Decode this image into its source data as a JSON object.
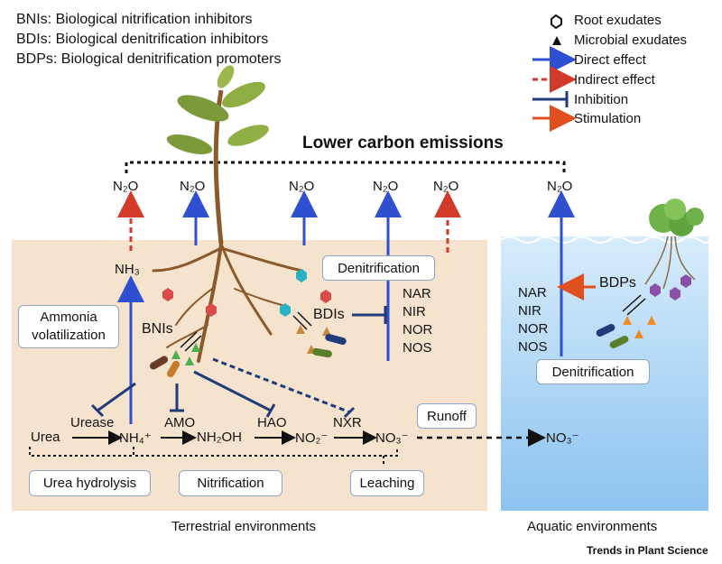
{
  "abbreviations": [
    "BNIs: Biological nitrification inhibitors",
    "BDIs: Biological denitrification inhibitors",
    "BDPs: Biological denitrification promoters"
  ],
  "legend": {
    "root_exudates": "Root exudates",
    "microbial_exudates": "Microbial exudates",
    "direct_effect": "Direct effect",
    "indirect_effect": "Indirect effect",
    "inhibition": "Inhibition",
    "stimulation": "Stimulation",
    "colors": {
      "direct": "#2f4fd1",
      "indirect": "#d23a2a",
      "inhibition": "#1f3b7a",
      "stimulation": "#e0501e"
    }
  },
  "headline": "Lower carbon emissions",
  "n2o_labels": [
    "N₂O",
    "N₂O",
    "N₂O",
    "N₂O",
    "N₂O",
    "N₂O"
  ],
  "terrestrial": {
    "nh3": "NH₃",
    "ammonia_box": [
      "Ammonia",
      "volatilization"
    ],
    "bnis": "BNIs",
    "bdis": "BDIs",
    "denitrification": "Denitrification",
    "enzymes": [
      "NAR",
      "NIR",
      "NOR",
      "NOS"
    ],
    "pathway": {
      "urea": "Urea",
      "urease": "Urease",
      "nh4": "NH₄⁺",
      "amo": "AMO",
      "nh2oh": "NH₂OH",
      "hao": "HAO",
      "no2": "NO₂⁻",
      "nxr": "NXR",
      "no3": "NO₃⁻"
    },
    "runoff": "Runoff",
    "process_boxes": [
      "Urea hydrolysis",
      "Nitrification",
      "Leaching"
    ],
    "caption": "Terrestrial environments"
  },
  "aquatic": {
    "no3": "NO₃⁻",
    "enzymes": [
      "NAR",
      "NIR",
      "NOR",
      "NOS"
    ],
    "bdps": "BDPs",
    "denitrification": "Denitrification",
    "caption": "Aquatic environments"
  },
  "journal": "Trends in Plant Science"
}
